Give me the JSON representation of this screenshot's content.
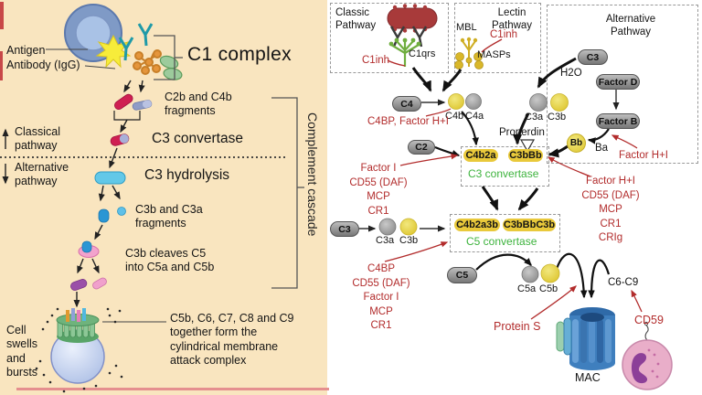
{
  "left": {
    "antigen": "Antigen",
    "antibody": "Antibody (IgG)",
    "c1_complex": "C1 complex",
    "c2b_c4b": "C2b and C4b\nfragments",
    "classical": "Classical\npathway",
    "c3_convertase": "C3 convertase",
    "alternative": "Alternative\npathway",
    "c3_hydrolysis": "C3 hydrolysis",
    "c3b_c3a": "C3b and C3a\nfragments",
    "c3b_cleaves": "C3b cleaves C5\ninto C5a and C5b",
    "cell_swells": "Cell\nswells\nand\nbursts",
    "mac_desc": "C5b, C6, C7, C8 and C9\ntogether form the\ncylindrical membrane\nattack complex",
    "cascade": "Complement cascade"
  },
  "right": {
    "classic_title": "Classic\nPathway",
    "c1qrs": "C1qrs",
    "c1inh_classic": "C1inh",
    "lectin_title": "Lectin\nPathway",
    "mbl": "MBL",
    "c1inh_lectin": "C1inh",
    "masps": "MASPs",
    "alt_title": "Alternative\nPathway",
    "c3_alt": "C3",
    "h2o": "H2O",
    "factor_d": "Factor D",
    "factor_b": "Factor B",
    "bb": "Bb",
    "ba": "Ba",
    "factor_hi": "Factor H+I",
    "c4": "C4",
    "c4b": "C4b",
    "c4a": "C4a",
    "c4bp_factor": "C4BP, Factor H+I",
    "c2": "C2",
    "c3a_mid": "C3a",
    "c3b_mid": "C3b",
    "properdin": "Properdin",
    "c4b2a": "C4b2a",
    "c3bbb": "C3bBb",
    "c3_convertase": "C3 convertase",
    "inh_c3_left": "Factor I\nCD55 (DAF)\nMCP\nCR1",
    "inh_c3_right": "Factor H+I\nCD55 (DAF)\nMCP\nCR1\nCRIg",
    "c3_bot": "C3",
    "c3a_bot": "C3a",
    "c3b_bot": "C3b",
    "c4b2a3b": "C4b2a3b",
    "c3bbbc3b": "C3bBbC3b",
    "c5_convertase": "C5 convertase",
    "inh_c5": "C4BP\nCD55 (DAF)\nFactor I\nMCP\nCR1",
    "c5": "C5",
    "c5a": "C5a",
    "c5b": "C5b",
    "c6c9": "C6-C9",
    "protein_s": "Protein S",
    "cd59": "CD59",
    "mac": "MAC"
  },
  "colors": {
    "left_background": "#f9e5bf",
    "red_text": "#b22c2c",
    "green_text": "#3db33d",
    "yellow_token": "#e9c93b",
    "gray_pill": "#8f8f8f",
    "crimson_pill": "#cf1f52",
    "blue_pill": "#62c8e8"
  }
}
